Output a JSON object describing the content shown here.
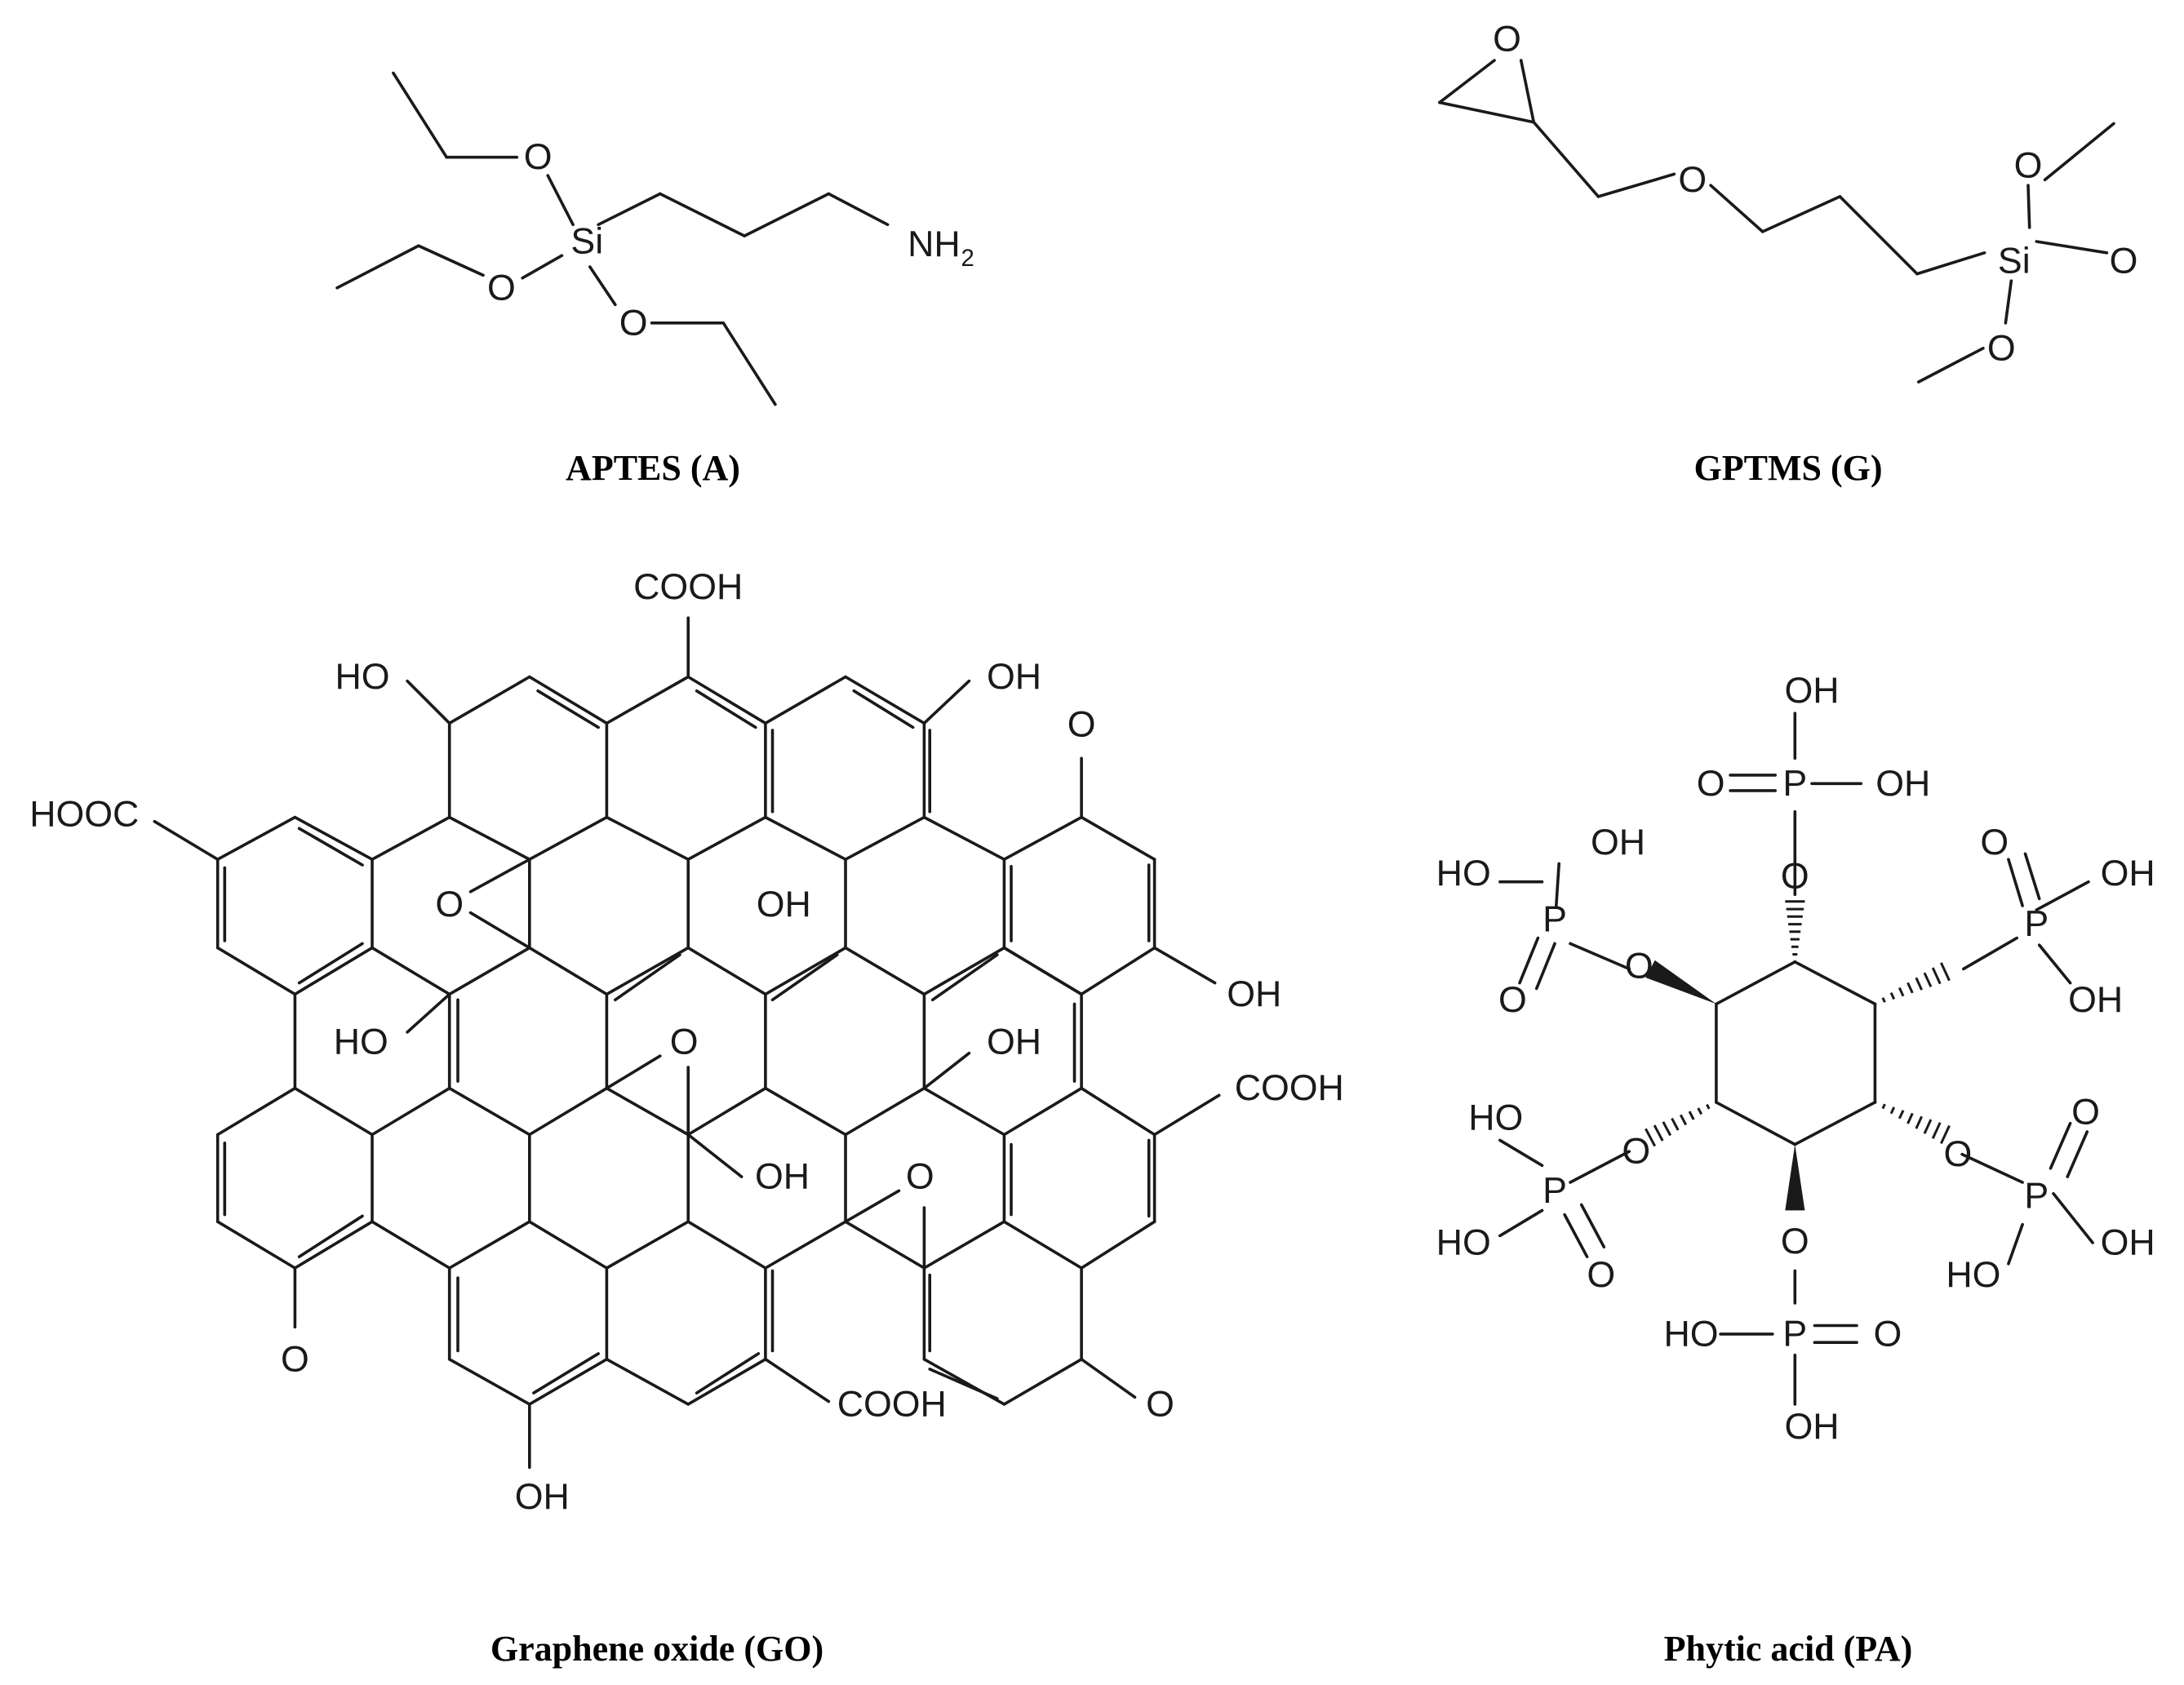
{
  "captions": {
    "aptes": "APTES (A)",
    "gptms": "GPTMS (G)",
    "graphene_oxide": "Graphene oxide (GO)",
    "phytic_acid": "Phytic acid (PA)"
  },
  "aptes": {
    "atoms": [
      "O",
      "O",
      "O",
      "Si",
      "NH",
      "2"
    ]
  },
  "gptms": {
    "atoms": [
      "O",
      "O",
      "Si",
      "O",
      "O",
      "O"
    ]
  },
  "graphene_oxide": {
    "labels": [
      "COOH",
      "HO",
      "OH",
      "O",
      "HOOC",
      "O",
      "OH",
      "OH",
      "HO",
      "O",
      "OH",
      "COOH",
      "OH",
      "O",
      "O",
      "O",
      "COOH",
      "OH",
      "O"
    ]
  },
  "phytic_acid": {
    "labels": [
      "OH",
      "O",
      "P",
      "OH",
      "O",
      "OH",
      "HO",
      "P",
      "O",
      "O",
      "O",
      "P",
      "OH",
      "OH",
      "HO",
      "O",
      "P",
      "HO",
      "O",
      "O",
      "O",
      "P",
      "HO",
      "OH",
      "O",
      "HO",
      "P",
      "O",
      "OH"
    ]
  }
}
